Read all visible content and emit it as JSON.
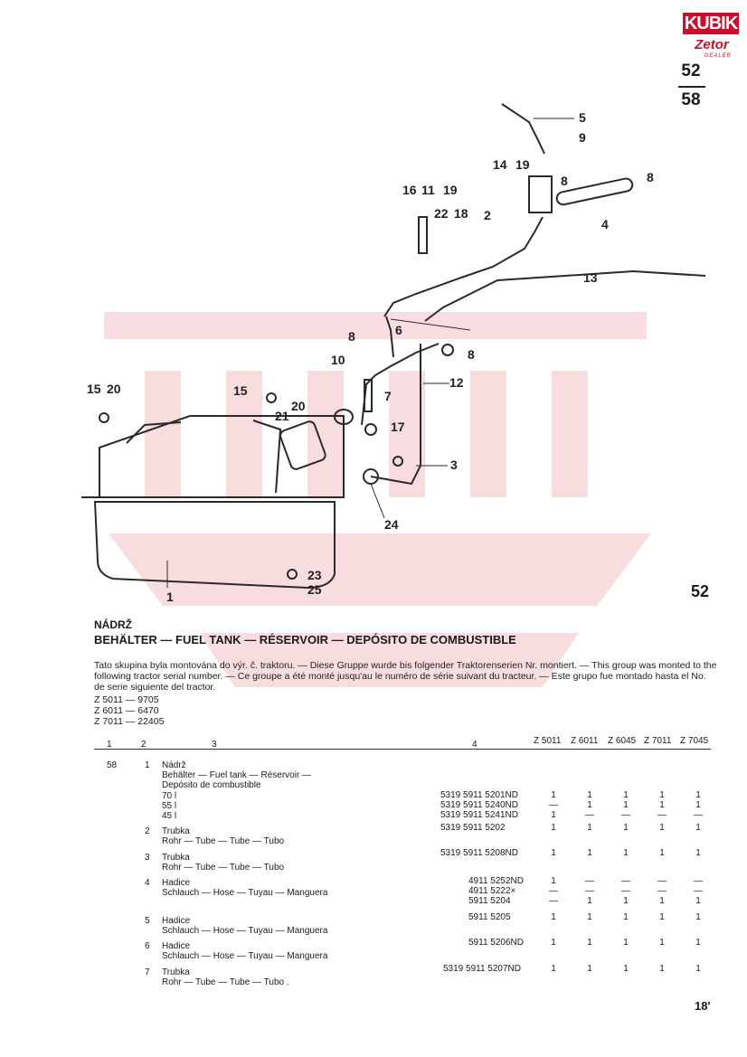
{
  "logo": {
    "top_text": "KUBIK",
    "bottom_text": "Zetor",
    "sub_text": "DEALER"
  },
  "header": {
    "page_top": "52",
    "page_bottom": "58"
  },
  "diagram": {
    "group_number": "52",
    "callouts": [
      "5",
      "9",
      "14",
      "19",
      "8",
      "8",
      "16",
      "11",
      "19",
      "22",
      "18",
      "2",
      "4",
      "13",
      "6",
      "8",
      "10",
      "8",
      "7",
      "12",
      "15",
      "20",
      "15",
      "20",
      "21",
      "17",
      "3",
      "24",
      "23",
      "25",
      "1"
    ]
  },
  "section": {
    "title_small": "NÁDRŽ",
    "title_main": "BEHÄLTER — FUEL TANK — RÉSERVOIR — DEPÓSITO DE COMBUSTIBLE",
    "note": "Tato skupina byla montována do výr. č. traktoru. — Diese Gruppe wurde bis folgender Traktorenserien Nr. montiert. — This group was monted to the following tractor serial number. — Ce groupe a été monté jusqu'au le numéro de série suivant du tracteur. — Este grupo fue montado hasta el No. de serie siguiente del tractor.",
    "serials": [
      "Z 5011 — 9705",
      "Z 6011 — 6470",
      "Z 7011 — 22405"
    ]
  },
  "table": {
    "col_labels": [
      "1",
      "2",
      "3",
      "4"
    ],
    "models": [
      "Z 5011",
      "Z 6011",
      "Z 6045",
      "Z 7011",
      "Z 7045"
    ],
    "group": "58",
    "rows": [
      {
        "pos": "1",
        "desc": [
          "Nádrž",
          "Behälter — Fuel tank — Réservoir —",
          "Depósito de combustible"
        ],
        "variants": [
          {
            "label": "70 l",
            "part": "5319 5911 5201ND",
            "qty": [
              "1",
              "1",
              "1",
              "1",
              "1"
            ]
          },
          {
            "label": "55 l",
            "part": "5319 5911 5240ND",
            "qty": [
              "—",
              "1",
              "1",
              "1",
              "1"
            ]
          },
          {
            "label": "45 l",
            "part": "5319 5911 5241ND",
            "qty": [
              "1",
              "—",
              "—",
              "—",
              "—"
            ]
          }
        ]
      },
      {
        "pos": "2",
        "desc": [
          "Trubka",
          "Rohr — Tube — Tube — Tubo"
        ],
        "variants": [
          {
            "label": "",
            "part": "5319 5911 5202",
            "qty": [
              "1",
              "1",
              "1",
              "1",
              "1"
            ]
          }
        ]
      },
      {
        "pos": "3",
        "desc": [
          "Trubka",
          "Rohr — Tube — Tube — Tubo"
        ],
        "variants": [
          {
            "label": "",
            "part": "5319 5911 5208ND",
            "qty": [
              "1",
              "1",
              "1",
              "1",
              "1"
            ]
          }
        ]
      },
      {
        "pos": "4",
        "desc": [
          "Hadice",
          "Schlauch — Hose — Tuyau — Manguera"
        ],
        "variants": [
          {
            "label": "",
            "part": "4911 5252ND",
            "qty": [
              "1",
              "—",
              "—",
              "—",
              "—"
            ]
          },
          {
            "label": "",
            "part": "4911 5222×",
            "qty": [
              "—",
              "—",
              "—",
              "—",
              "—"
            ]
          },
          {
            "label": "",
            "part": "5911 5204",
            "qty": [
              "—",
              "1",
              "1",
              "1",
              "1"
            ]
          }
        ]
      },
      {
        "pos": "5",
        "desc": [
          "Hadice",
          "Schlauch — Hose — Tuyau — Manguera"
        ],
        "variants": [
          {
            "label": "",
            "part": "5911 5205",
            "qty": [
              "1",
              "1",
              "1",
              "1",
              "1"
            ]
          }
        ]
      },
      {
        "pos": "6",
        "desc": [
          "Hadice",
          "Schlauch — Hose — Tuyau — Manguera"
        ],
        "variants": [
          {
            "label": "",
            "part": "5911 5206ND",
            "qty": [
              "1",
              "1",
              "1",
              "1",
              "1"
            ]
          }
        ]
      },
      {
        "pos": "7",
        "desc": [
          "Trubka",
          "Rohr — Tube — Tube — Tubo ."
        ],
        "variants": [
          {
            "label": "",
            "part": "5319 5911 5207ND",
            "qty": [
              "1",
              "1",
              "1",
              "1",
              "1"
            ]
          }
        ]
      }
    ]
  },
  "footer": {
    "page_number": "18'"
  }
}
